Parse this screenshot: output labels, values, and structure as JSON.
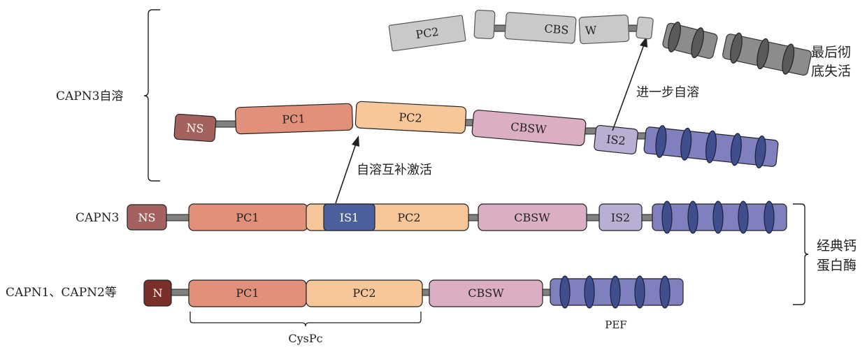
{
  "labels": {
    "capn3_autolysis": "CAPN3自溶",
    "capn3": "CAPN3",
    "capn12": "CAPN1、CAPN2等",
    "classic_calpain_line1": "经典钙",
    "classic_calpain_line2": "蛋白酶",
    "mutual_activation": "自溶互补激活",
    "further_autolysis": "进一步自溶",
    "final_inactivation_line1": "最后彻",
    "final_inactivation_line2": "底失活",
    "cyspc": "CysPc",
    "pef": "PEF"
  },
  "domains": {
    "ns": "NS",
    "n": "N",
    "pc1": "PC1",
    "pc2": "PC2",
    "is1": "IS1",
    "is2": "IS2",
    "cbsw": "CBSW",
    "cbsw_split_a": "CBS",
    "cbsw_split_b": "W"
  },
  "colors": {
    "ns": "#a4625e",
    "n": "#7a2f2a",
    "pc1": "#e1907a",
    "pc2": "#f7c79a",
    "is1": "#4b5f9c",
    "is2": "#b9afd3",
    "cbsw": "#dbaec4",
    "pef": "#7f80bd",
    "pef_ellipse": "#3f4f8e",
    "linker": "#808080",
    "gray_light": "#c9c9c9",
    "gray_dark": "#8c8c8c",
    "gray_ellipse": "#5a5a5a"
  }
}
